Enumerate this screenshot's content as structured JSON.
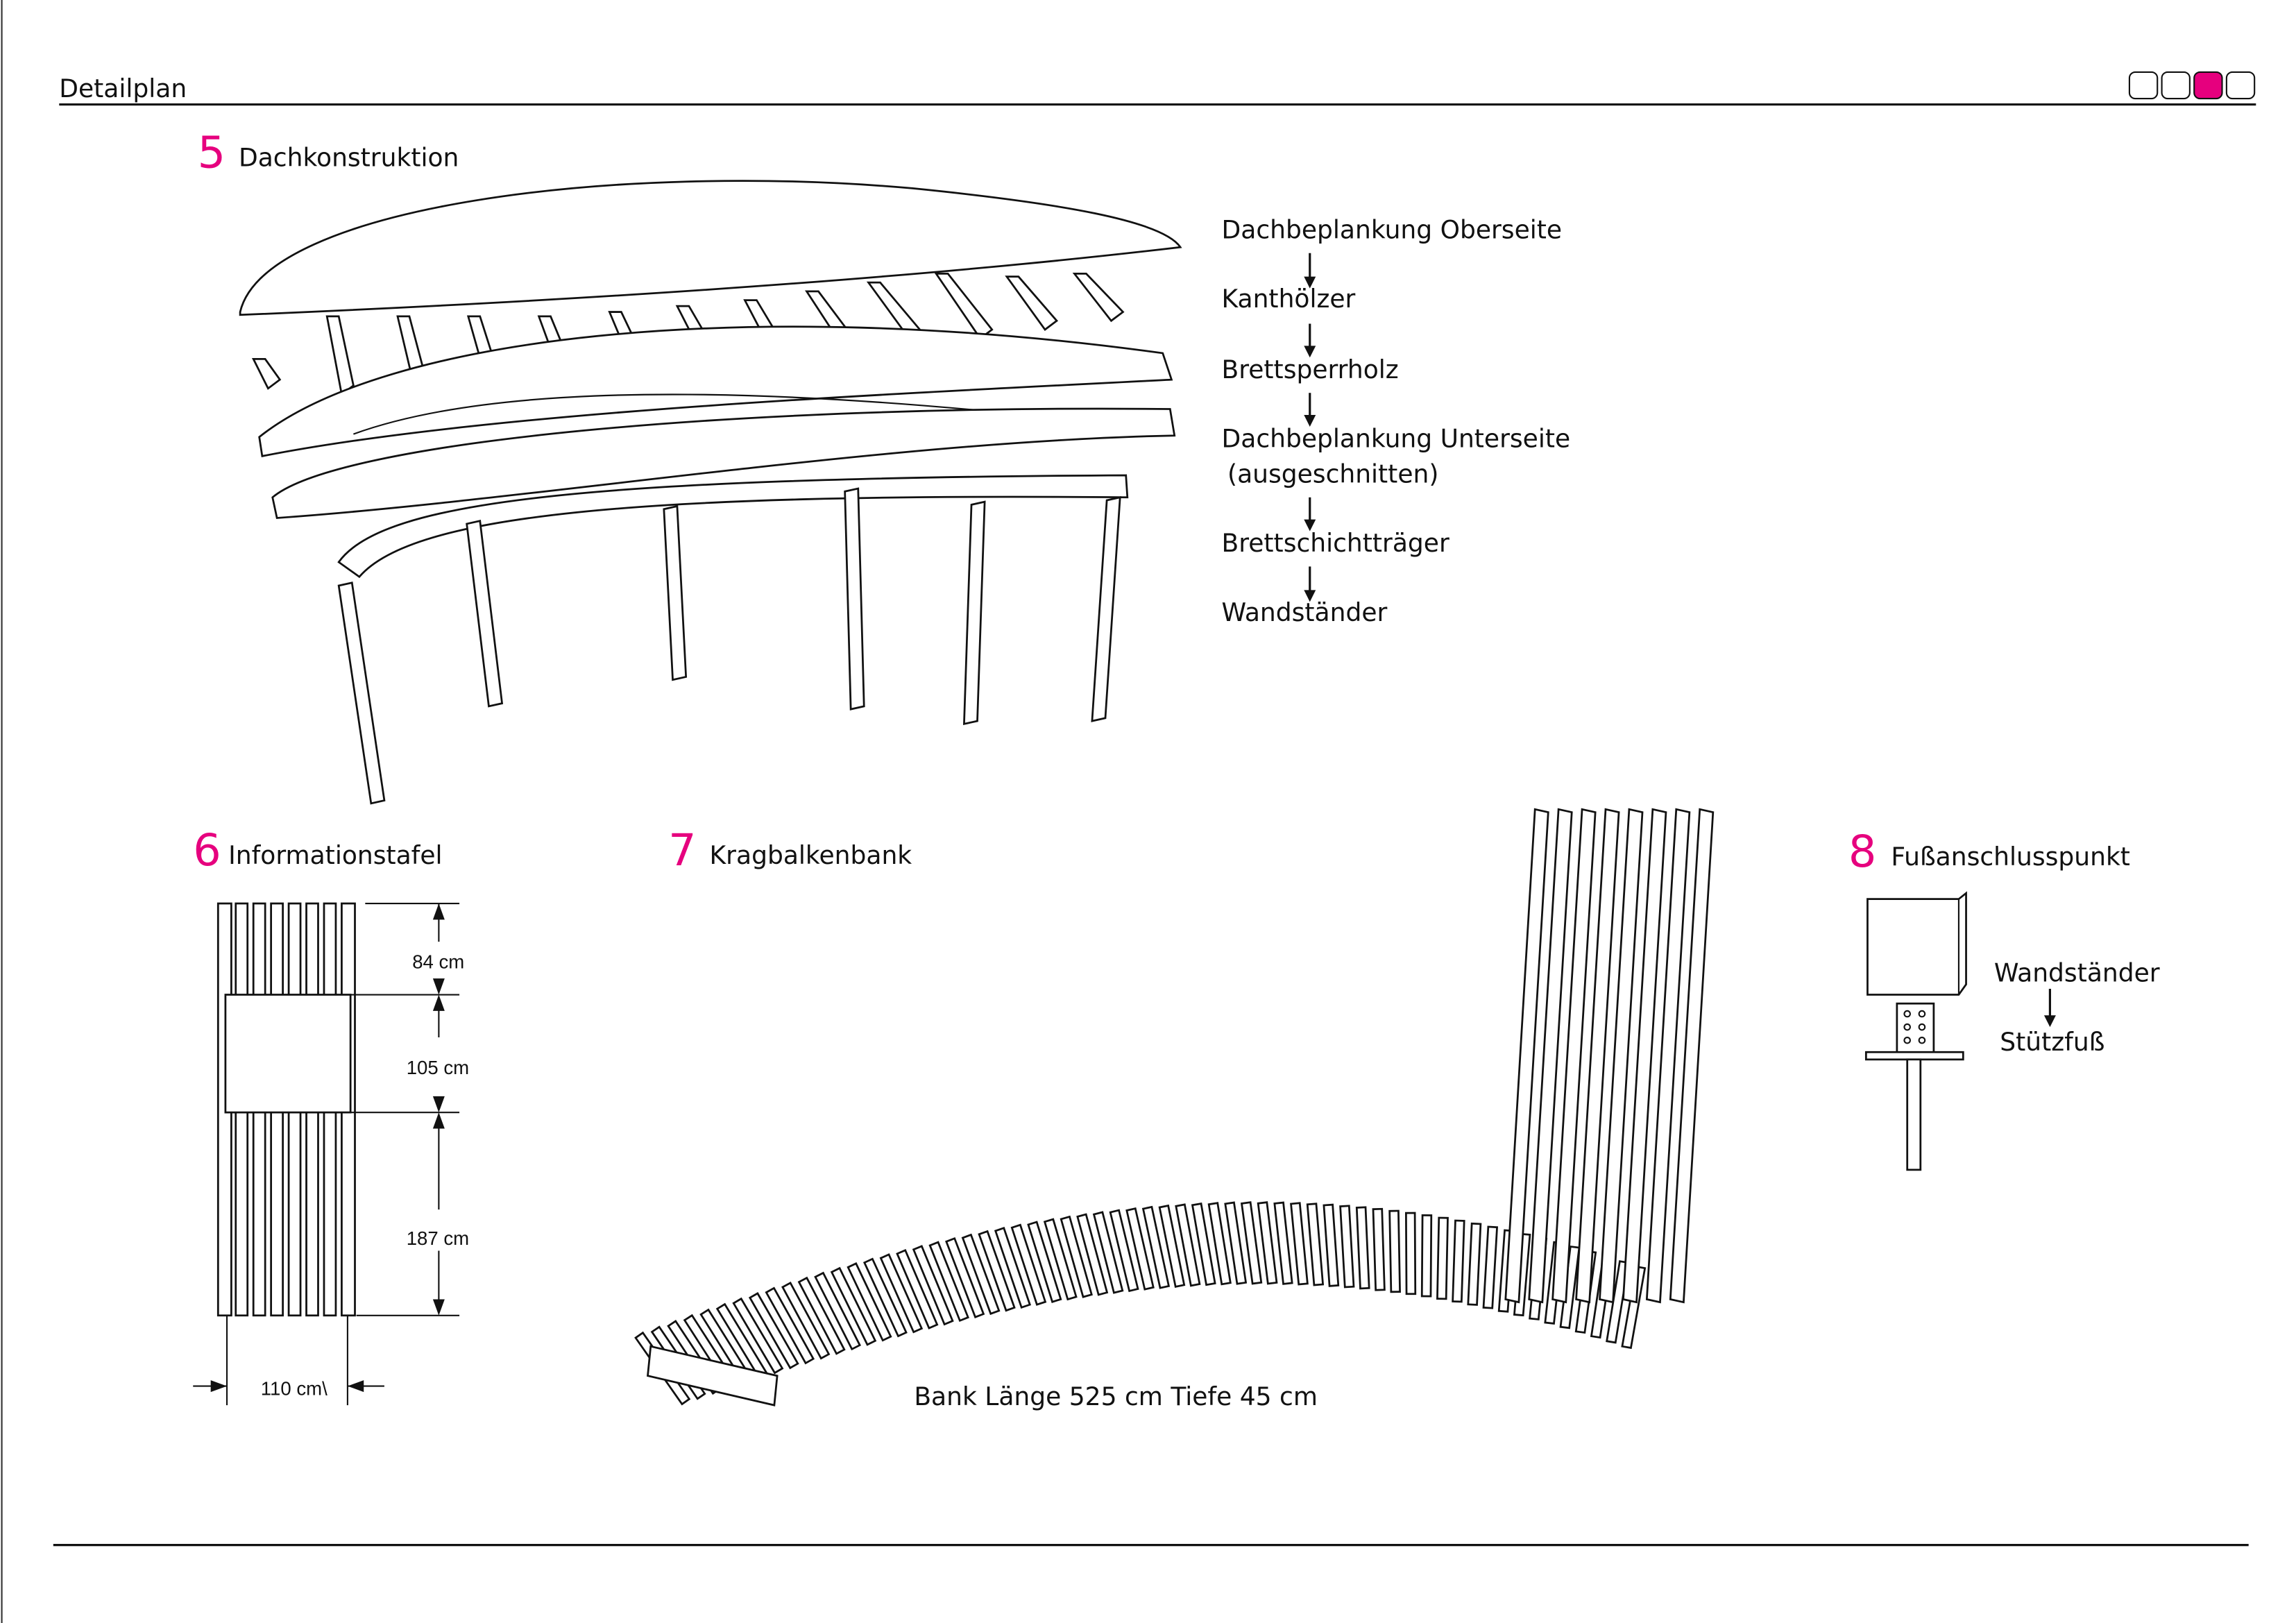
{
  "header": {
    "title": "Detailplan",
    "page_indicator": {
      "total": 4,
      "active": 3
    },
    "accent_color": "#e6007e"
  },
  "sections": {
    "roof": {
      "number": "5",
      "title": "Dachkonstruktion",
      "layers": [
        "Dachbeplankung Oberseite",
        "Kanthölzer",
        "Brettsperrholz",
        "Dachbeplankung Unterseite",
        "(ausgeschnitten)",
        "Brettschichtträger",
        "Wandständer"
      ]
    },
    "info_board": {
      "number": "6",
      "title": "Informationstafel",
      "dimensions": {
        "top": "84 cm",
        "middle": "105 cm",
        "bottom": "187 cm",
        "width": "110 cm\\"
      }
    },
    "bench": {
      "number": "7",
      "title": "Kragbalkenbank",
      "caption": "Bank Länge  525 cm Tiefe 45 cm"
    },
    "foot": {
      "number": "8",
      "title": "Fußanschlusspunkt",
      "labels": [
        "Wandständer",
        "Stützfuß"
      ]
    }
  }
}
